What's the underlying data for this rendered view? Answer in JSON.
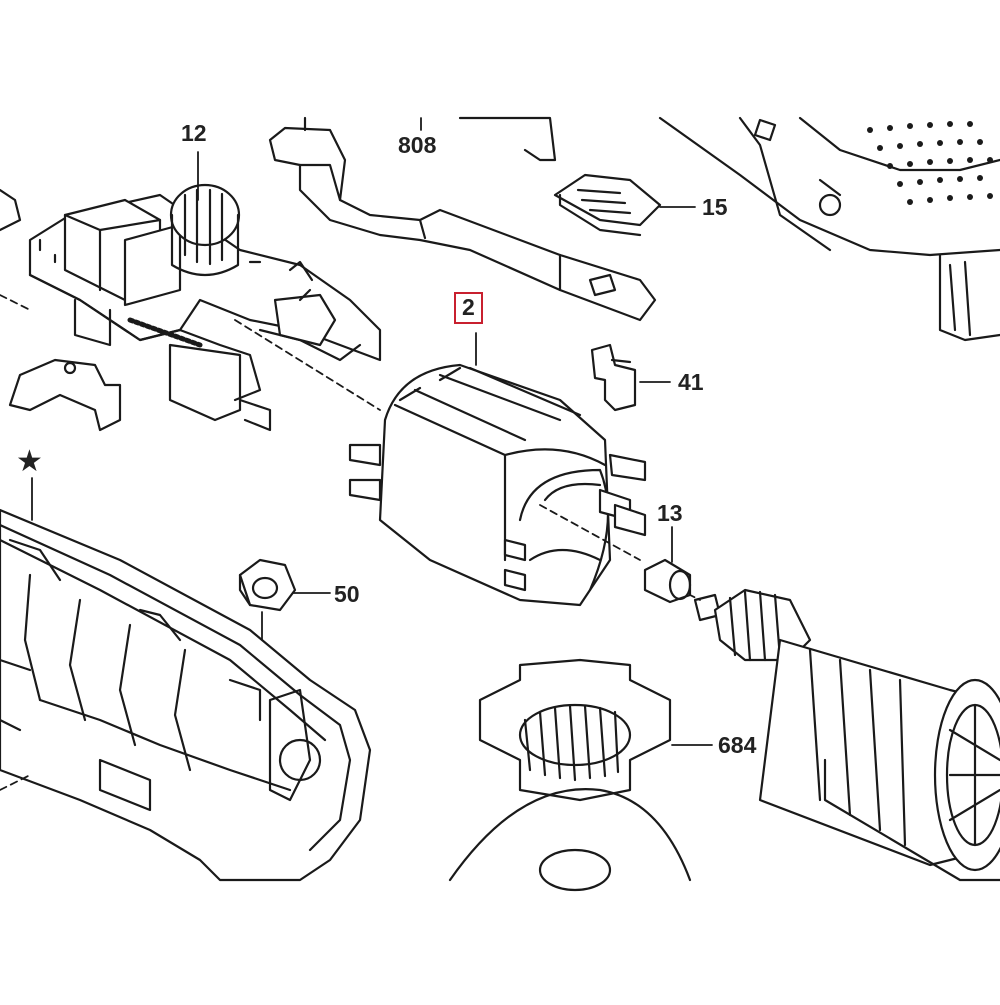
{
  "diagram": {
    "highlight_color": "#c8202f",
    "line_color": "#1a1a1a",
    "callouts": {
      "part_12": "12",
      "part_808": "808",
      "part_15": "15",
      "part_2": "2",
      "part_41": "41",
      "part_13": "13",
      "part_50": "50",
      "part_684": "684",
      "star": "★"
    },
    "highlighted_part": "2"
  }
}
